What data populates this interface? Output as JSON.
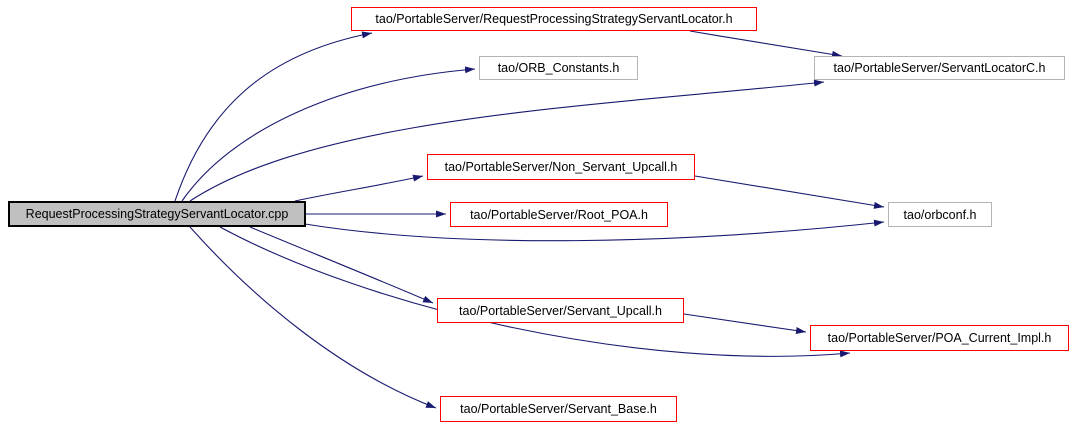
{
  "diagram": {
    "kind": "include-dependency-graph",
    "colors": {
      "background": "#ffffff",
      "edge": "#191970",
      "root_fill": "#c0c0c0",
      "root_border": "#000000",
      "linked_border": "#ff0000",
      "plain_border": "#b4b4b4",
      "text": "#000000"
    },
    "nodes": [
      {
        "id": "cpp",
        "label": "RequestProcessingStrategyServantLocator.cpp",
        "type": "root"
      },
      {
        "id": "rpsl_h",
        "label": "tao/PortableServer/RequestProcessingStrategyServantLocator.h",
        "type": "linked"
      },
      {
        "id": "orb_constants_h",
        "label": "tao/ORB_Constants.h",
        "type": "plain"
      },
      {
        "id": "servant_locator_c_h",
        "label": "tao/PortableServer/ServantLocatorC.h",
        "type": "plain"
      },
      {
        "id": "non_servant_upcall_h",
        "label": "tao/PortableServer/Non_Servant_Upcall.h",
        "type": "linked"
      },
      {
        "id": "root_poa_h",
        "label": "tao/PortableServer/Root_POA.h",
        "type": "linked"
      },
      {
        "id": "orbconf_h",
        "label": "tao/orbconf.h",
        "type": "plain"
      },
      {
        "id": "servant_upcall_h",
        "label": "tao/PortableServer/Servant_Upcall.h",
        "type": "linked"
      },
      {
        "id": "poa_current_impl_h",
        "label": "tao/PortableServer/POA_Current_Impl.h",
        "type": "linked"
      },
      {
        "id": "servant_base_h",
        "label": "tao/PortableServer/Servant_Base.h",
        "type": "linked"
      }
    ],
    "edges": [
      {
        "from": "cpp",
        "to": "rpsl_h"
      },
      {
        "from": "cpp",
        "to": "orb_constants_h"
      },
      {
        "from": "cpp",
        "to": "servant_locator_c_h"
      },
      {
        "from": "cpp",
        "to": "non_servant_upcall_h"
      },
      {
        "from": "cpp",
        "to": "root_poa_h"
      },
      {
        "from": "cpp",
        "to": "orbconf_h"
      },
      {
        "from": "cpp",
        "to": "servant_upcall_h"
      },
      {
        "from": "cpp",
        "to": "poa_current_impl_h"
      },
      {
        "from": "cpp",
        "to": "servant_base_h"
      },
      {
        "from": "rpsl_h",
        "to": "servant_locator_c_h"
      },
      {
        "from": "non_servant_upcall_h",
        "to": "orbconf_h"
      },
      {
        "from": "servant_upcall_h",
        "to": "poa_current_impl_h"
      }
    ]
  }
}
